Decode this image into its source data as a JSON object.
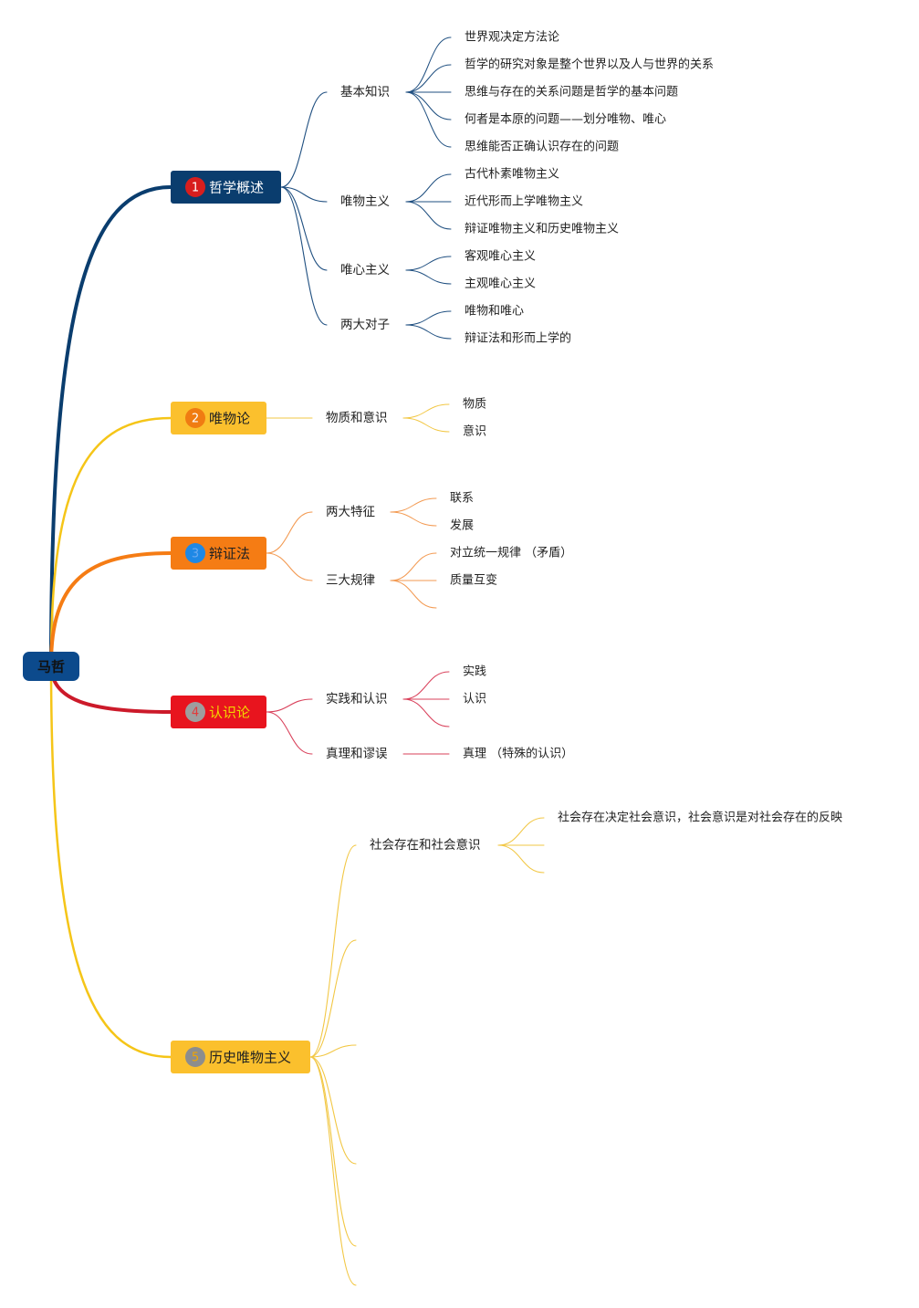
{
  "root": {
    "label": "马哲",
    "color": "#0c4a8c"
  },
  "branches": [
    {
      "num": "1",
      "label": "哲学概述",
      "color": "#0a3d6e",
      "line": "#0a3d6e",
      "thin": "#1f4f80",
      "text_color": "#ffffff",
      "badge_color": "#d81e1e",
      "num_color": "#ffffff",
      "children": [
        {
          "label": "基本知识",
          "leaves": [
            "世界观决定方法论",
            "哲学的研究对象是整个世界以及人与世界的关系",
            "思维与存在的关系问题是哲学的基本问题",
            "何者是本原的问题——划分唯物、唯心",
            "思维能否正确认识存在的问题"
          ]
        },
        {
          "label": "唯物主义",
          "leaves": [
            "古代朴素唯物主义",
            "近代形而上学唯物主义",
            "辩证唯物主义和历史唯物主义"
          ]
        },
        {
          "label": "唯心主义",
          "leaves": [
            "客观唯心主义",
            "主观唯心主义"
          ]
        },
        {
          "label": "两大对子",
          "leaves": [
            "唯物和唯心",
            "辩证法和形而上学的"
          ]
        }
      ]
    },
    {
      "num": "2",
      "label": "唯物论",
      "color": "#fbc02d",
      "line": "#f5c518",
      "thin": "#f2c744",
      "text_color": "#222222",
      "badge_color": "#f07c12",
      "num_color": "#ffffff",
      "children": [
        {
          "label": "物质和意识",
          "leaves": [
            "物质",
            "意识"
          ]
        }
      ]
    },
    {
      "num": "3",
      "label": "辩证法",
      "color": "#f57c14",
      "line": "#f57c14",
      "thin": "#f39a52",
      "text_color": "#222222",
      "badge_color": "#1e88e5",
      "num_color": "#6aa9f0",
      "children": [
        {
          "label": "两大特征",
          "leaves": [
            "联系",
            "发展"
          ]
        },
        {
          "label": "三大规律",
          "leaves": [
            "对立统一规律 （矛盾）",
            "质量互变",
            ""
          ]
        }
      ]
    },
    {
      "num": "4",
      "label": "认识论",
      "color": "#e8141e",
      "line": "#cc1a2a",
      "thin": "#d9405a",
      "text_color": "#f2d600",
      "badge_color": "#9e9e9e",
      "num_color": "#e23a3a",
      "children": [
        {
          "label": "实践和认识",
          "leaves": [
            "实践",
            "认识",
            ""
          ]
        },
        {
          "label": "真理和谬误",
          "leaves": [
            "真理 （特殊的认识）"
          ]
        }
      ]
    },
    {
      "num": "5",
      "label": "历史唯物主义",
      "color": "#fbc02d",
      "line": "#f5c518",
      "thin": "#f2c744",
      "text_color": "#222222",
      "badge_color": "#8d8d8d",
      "num_color": "#f0a500",
      "children": [
        {
          "label": "社会存在和社会意识",
          "leaves": [
            "社会存在决定社会意识，社会意识是对社会存在的反映",
            "",
            ""
          ]
        },
        {
          "label": "",
          "leaves": []
        },
        {
          "label": "",
          "leaves": []
        },
        {
          "label": "",
          "leaves": []
        },
        {
          "label": "",
          "leaves": []
        },
        {
          "label": "",
          "leaves": []
        }
      ]
    }
  ]
}
